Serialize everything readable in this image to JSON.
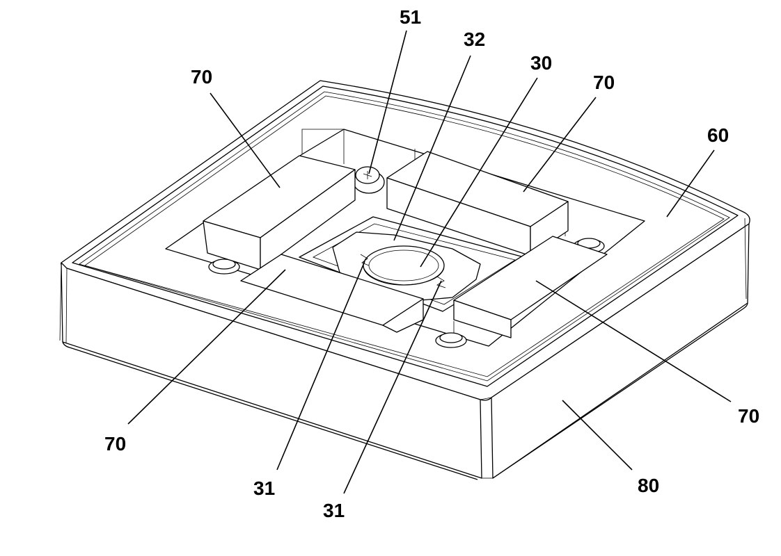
{
  "labels": {
    "screw": "51",
    "inner_frame": "32",
    "lens_holder": "30",
    "magnet_top_left": "70",
    "magnet_top_right": "70",
    "magnet_bottom_left": "70",
    "magnet_bottom_right": "70",
    "cover": "60",
    "base": "80",
    "spring_left": "31",
    "spring_right": "31"
  }
}
